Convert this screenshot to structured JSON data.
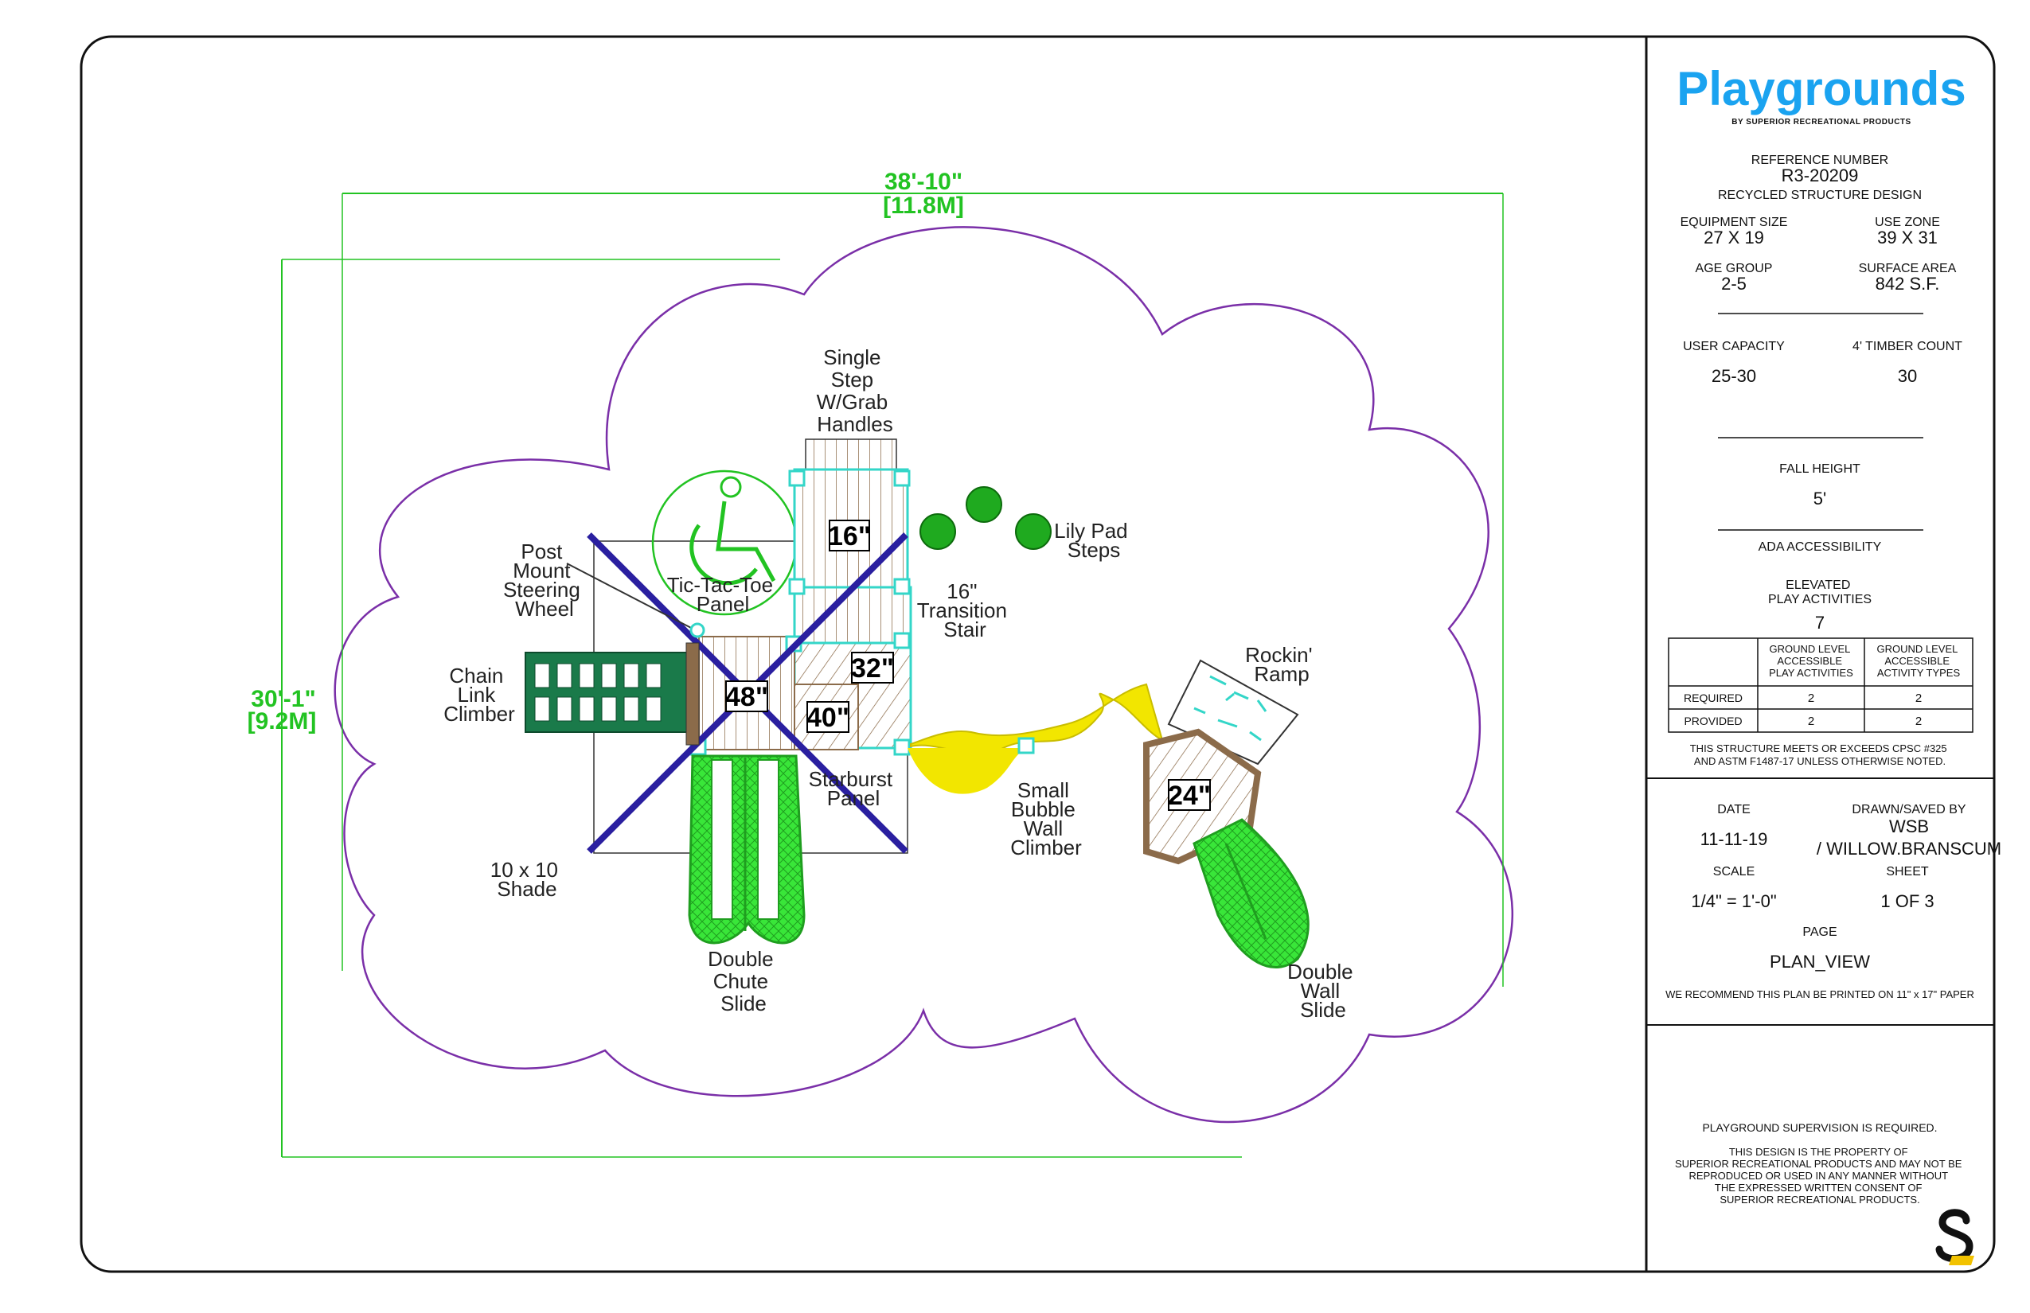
{
  "plan": {
    "dimensions": {
      "width": "38'-10\"",
      "width_metric": "[11.8M]",
      "depth": "30'-1\"",
      "depth_metric": "[9.2M]"
    },
    "components": {
      "single_step": [
        "Single",
        "Step",
        "W/Grab",
        "Handles"
      ],
      "lily_pad": [
        "Lily Pad",
        "Steps"
      ],
      "post_mount": [
        "Post",
        "Mount",
        "Steering",
        "Wheel"
      ],
      "tic_tac_toe": [
        "Tic-Tac-Toe",
        "Panel"
      ],
      "transition_stair": [
        "16\"",
        "Transition",
        "Stair"
      ],
      "chain_link": [
        "Chain",
        "Link",
        "Climber"
      ],
      "rockin_ramp": [
        "Rockin'",
        "Ramp"
      ],
      "starburst": [
        "Starburst",
        "Panel"
      ],
      "bubble_wall": [
        "Small",
        "Bubble",
        "Wall",
        "Climber"
      ],
      "shade": [
        "10 x 10",
        "Shade"
      ],
      "double_chute": [
        "Double",
        "Chute",
        "Slide"
      ],
      "double_wall": [
        "Double",
        "Wall",
        "Slide"
      ]
    },
    "deck_heights": {
      "d16": "16\"",
      "d32": "32\"",
      "d40": "40\"",
      "d48": "48\"",
      "d24": "24\""
    }
  },
  "title_block": {
    "brand": "Playgrounds",
    "brand_sub": "BY SUPERIOR RECREATIONAL PRODUCTS",
    "reference_label": "REFERENCE NUMBER",
    "reference_number": "R3-20209",
    "design_type": "RECYCLED STRUCTURE DESIGN",
    "equipment_size_label": "EQUIPMENT SIZE",
    "equipment_size": "27 X 19",
    "use_zone_label": "USE ZONE",
    "use_zone": "39 X 31",
    "age_group_label": "AGE GROUP",
    "age_group": "2-5",
    "surface_area_label": "SURFACE AREA",
    "surface_area": "842 S.F.",
    "user_capacity_label": "USER CAPACITY",
    "user_capacity": "25-30",
    "timber_count_label": "4' TIMBER COUNT",
    "timber_count": "30",
    "fall_height_label": "FALL HEIGHT",
    "fall_height": "5'",
    "ada_label": "ADA ACCESSIBILITY",
    "elevated_label": [
      "ELEVATED",
      "PLAY ACTIVITIES"
    ],
    "elevated_value": "7",
    "ada_table": {
      "col1": [
        "GROUND LEVEL",
        "ACCESSIBLE",
        "PLAY ACTIVITIES"
      ],
      "col2": [
        "GROUND LEVEL",
        "ACCESSIBLE",
        "ACTIVITY TYPES"
      ],
      "rows": [
        {
          "label": "REQUIRED",
          "v1": "2",
          "v2": "2"
        },
        {
          "label": "PROVIDED",
          "v1": "2",
          "v2": "2"
        }
      ]
    },
    "compliance": [
      "THIS STRUCTURE MEETS OR EXCEEDS CPSC #325",
      "AND ASTM F1487-17 UNLESS OTHERWISE NOTED."
    ],
    "date_label": "DATE",
    "date": "11-11-19",
    "drawn_label": "DRAWN/SAVED BY",
    "drawn_by": "WSB",
    "saved_by": "/ WILLOW.BRANSCUM",
    "scale_label": "SCALE",
    "scale": "1/4\" = 1'-0\"",
    "sheet_label": "SHEET",
    "sheet": "1 OF 3",
    "page_label": "PAGE",
    "page": "PLAN_VIEW",
    "print_note": "WE RECOMMEND THIS PLAN BE PRINTED ON 11\" x 17\" PAPER",
    "supervision": "PLAYGROUND SUPERVISION IS REQUIRED.",
    "property_note": [
      "THIS DESIGN IS THE PROPERTY OF",
      "SUPERIOR RECREATIONAL PRODUCTS AND MAY NOT BE",
      "REPRODUCED OR USED IN ANY MANNER WITHOUT",
      "THE EXPRESSED WRITTEN CONSENT OF",
      "SUPERIOR RECREATIONAL PRODUCTS."
    ]
  },
  "colors": {
    "border": "#111111",
    "zone": "#7a2fa8",
    "dimension": "#22c322",
    "slide": "#39e639",
    "climber": "#1a7a4a",
    "deck": "#8b6b4a",
    "teal": "#33d6c8",
    "tube": "#f2e600",
    "shade_x": "#2a1fa0",
    "brand": "#1aa3f0"
  }
}
